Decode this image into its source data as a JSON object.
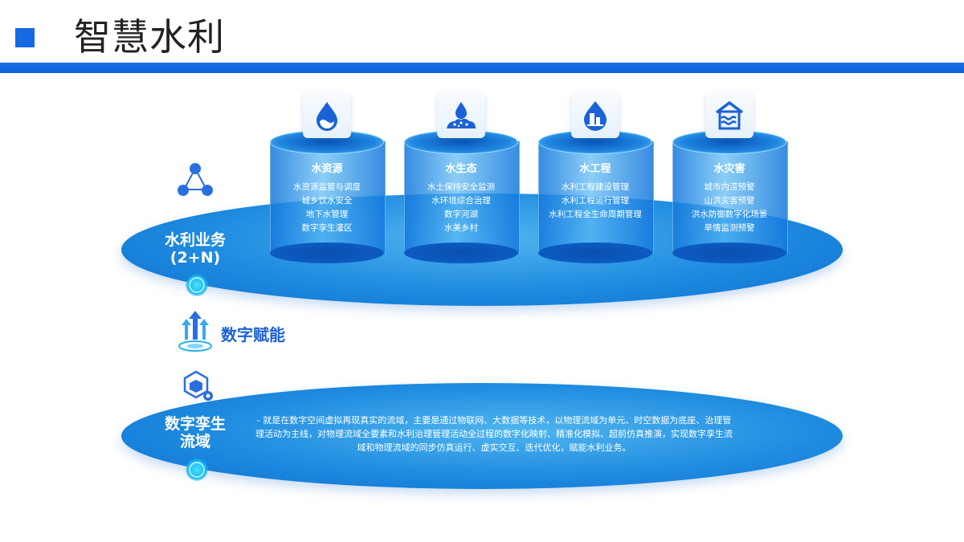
{
  "header": {
    "title": "智慧水利"
  },
  "top_layer": {
    "label_line1": "水利业务",
    "label_line2": "(2+N)"
  },
  "middle": {
    "label": "数字赋能"
  },
  "bottom_layer": {
    "label_line1": "数字孪生",
    "label_line2": "流域",
    "description": "- 就是在数字空间虚拟再现真实的流域，主要是通过物联网、大数据等技术，以物理流域为单元、时空数据为底座、治理管理活动为主线，对物理流域全要素和水利治理管理活动全过程的数字化映射、精准化模拟、超前仿真推演，实现数字孪生流域和物理流域的同步仿真运行、虚实交互、迭代优化，赋能水利业务。"
  },
  "categories": [
    {
      "name": "水资源",
      "icon": "water-drop-icon",
      "items": [
        "水资源监管与调度",
        "城乡饮水安全",
        "地下水管理",
        "数字孪生灌区"
      ]
    },
    {
      "name": "水生态",
      "icon": "water-ecology-icon",
      "items": [
        "水土保持安全监测",
        "水环境综合治理",
        "数字河湖",
        "水美乡村"
      ]
    },
    {
      "name": "水工程",
      "icon": "water-project-icon",
      "items": [
        "水利工程建设管理",
        "水利工程运行管理",
        "水利工程全生命周期管理"
      ]
    },
    {
      "name": "水灾害",
      "icon": "flood-house-icon",
      "items": [
        "城市内涝预警",
        "山洪灾害预警",
        "洪水防御数字化场景",
        "旱情监测预警"
      ]
    }
  ],
  "colors": {
    "accent": "#1668e3",
    "ellipse": "#1f8be0",
    "glow": "#12b7f0"
  }
}
